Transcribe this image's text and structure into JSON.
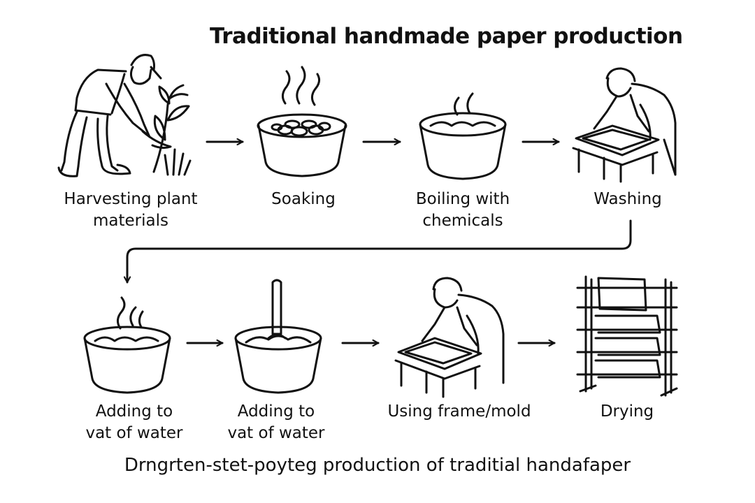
{
  "title": "Traditional handmade paper production",
  "steps": [
    {
      "label": "Harvesting plant\nmaterials",
      "icon": "harvesting-worker-icon"
    },
    {
      "label": "Soaking",
      "icon": "soaking-pot-icon"
    },
    {
      "label": "Boiling with\nchemicals",
      "icon": "boiling-pot-icon"
    },
    {
      "label": "Washing",
      "icon": "washing-worker-icon"
    },
    {
      "label": "Adding to\nvat of water",
      "icon": "steaming-vat-icon"
    },
    {
      "label": "Adding to\nvat of water",
      "icon": "stirring-vat-icon"
    },
    {
      "label": "Using frame/mold",
      "icon": "frame-mold-worker-icon"
    },
    {
      "label": "Drying",
      "icon": "drying-rack-icon"
    }
  ],
  "caption": "Drngrten-stet-poyteg production of traditial handafaper",
  "colors": {
    "line": "#111111",
    "background": "#ffffff"
  }
}
